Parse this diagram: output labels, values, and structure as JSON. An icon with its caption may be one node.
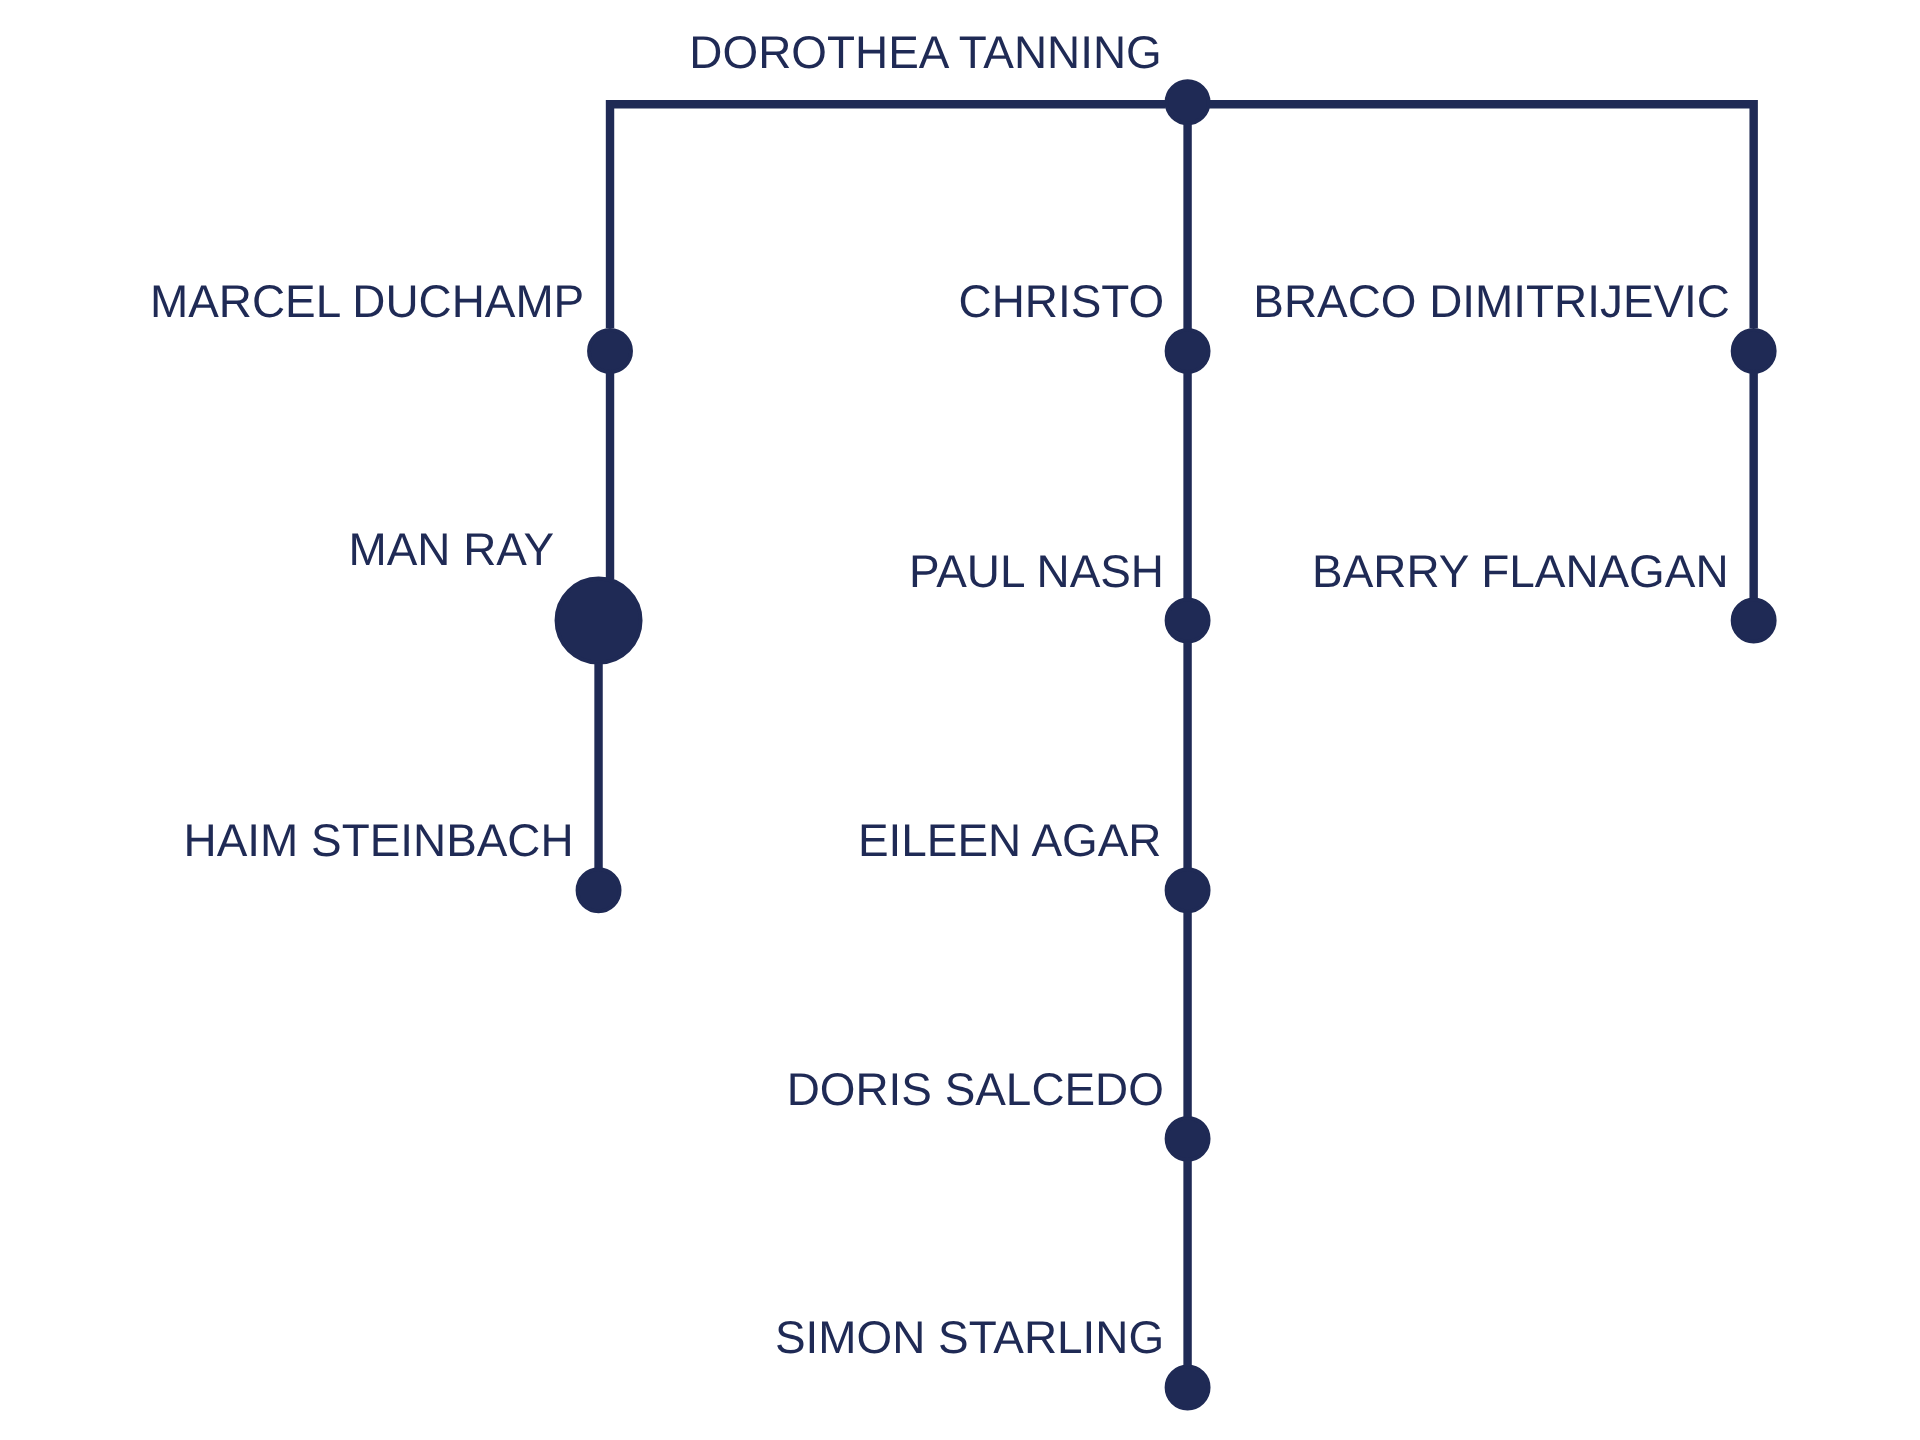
{
  "diagram": {
    "nodes": [
      {
        "text": [],
        "shape": "circle",
        "beside": [
          "DOROTHEA TANNING"
        ]
      },
      {
        "text": [],
        "shape": "circle",
        "beside": [
          "MARCEL DUCHAMP"
        ]
      },
      {
        "text": [],
        "shape": "circle",
        "beside": [
          "MAN RAY"
        ]
      },
      {
        "text": [],
        "shape": "circle",
        "beside": [
          "CHRISTO"
        ]
      },
      {
        "text": [],
        "shape": "circle",
        "beside": [
          "PAUL NASH"
        ]
      },
      {
        "text": [],
        "shape": "circle",
        "beside": [
          "BRACO DIMITRIJEVIC"
        ]
      },
      {
        "text": [],
        "shape": "circle",
        "beside": [
          "HAIM STEINBACH"
        ]
      },
      {
        "text": [],
        "shape": "circle",
        "beside": [
          "EILEEN AGAR"
        ]
      },
      {
        "text": [],
        "shape": "circle",
        "beside": [
          "BARRY FLANAGAN"
        ]
      },
      {
        "text": [],
        "shape": "circle",
        "beside": [
          "DORIS SALCEDO"
        ]
      },
      {
        "text": [],
        "shape": "circle",
        "beside": [
          "SIMON STARLING"
        ]
      }
    ],
    "edges": [
      {
        "from": 0,
        "to": 1,
        "arrow": "none"
      },
      {
        "from": 1,
        "to": 2,
        "arrow": "none"
      },
      {
        "from": 2,
        "to": 6,
        "arrow": "none"
      },
      {
        "from": 0,
        "to": 3,
        "arrow": "none"
      },
      {
        "from": 0,
        "to": 5,
        "arrow": "none"
      },
      {
        "from": 5,
        "to": 8,
        "arrow": "none"
      },
      {
        "from": 3,
        "to": 4,
        "arrow": "none"
      },
      {
        "from": 4,
        "to": 7,
        "arrow": "none"
      },
      {
        "from": 7,
        "to": 9,
        "arrow": "none"
      },
      {
        "from": 9,
        "to": 10,
        "arrow": "none"
      }
    ]
  }
}
